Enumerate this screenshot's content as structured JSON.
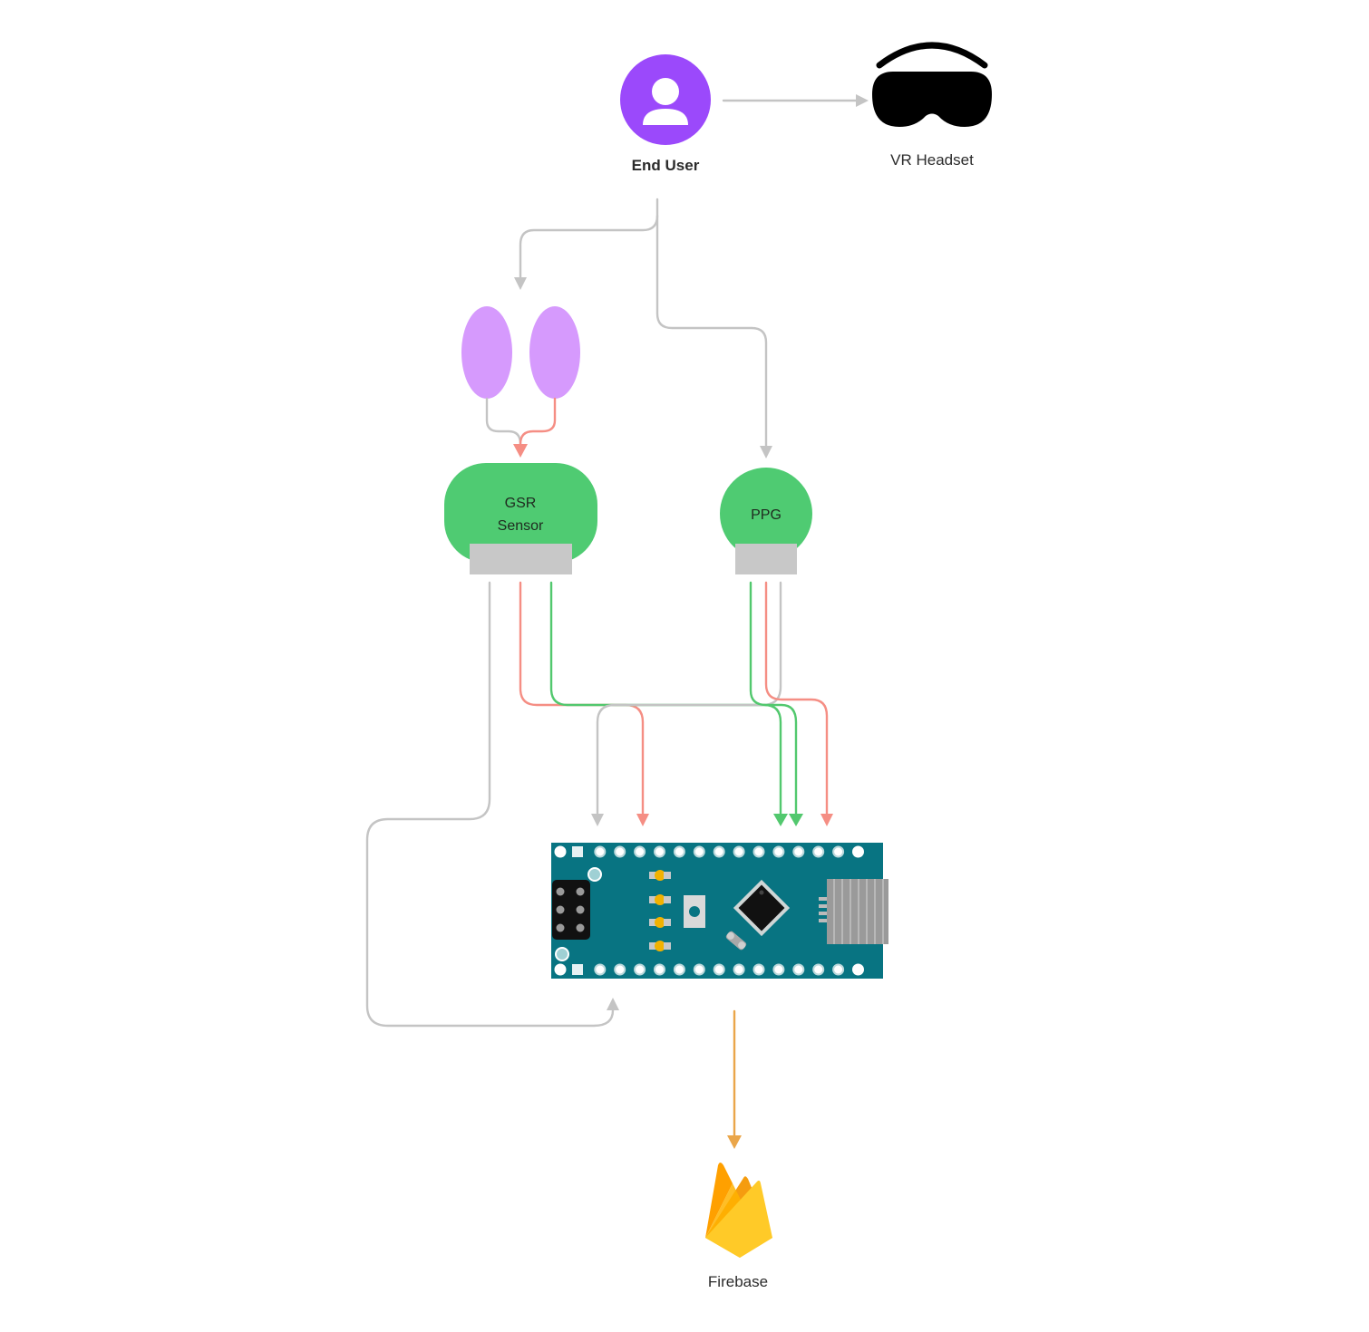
{
  "nodes": {
    "end_user": {
      "label": "End User",
      "icon": "user-avatar-icon"
    },
    "vr_headset": {
      "label": "VR Headset",
      "icon": "vr-headset-icon"
    },
    "electrodes": {
      "icon": "electrode-pads-icon"
    },
    "gsr_sensor": {
      "label_line1": "GSR",
      "label_line2": "Sensor"
    },
    "ppg_sensor": {
      "label": "PPG"
    },
    "microcontroller": {
      "icon": "arduino-nano-board-icon"
    },
    "firebase": {
      "label": "Firebase",
      "icon": "firebase-flame-icon"
    }
  },
  "colors": {
    "user_purple": "#9b49fb",
    "electrode_purple": "#d69afd",
    "sensor_green": "#4fcb72",
    "connector_gray": "#c8c8c8",
    "wire_gray": "#c4c4c4",
    "wire_red": "#f58e84",
    "wire_green": "#52c86e",
    "wire_orange": "#eaa64a",
    "board_teal": "#087482",
    "firebase_yellow": "#ffca28",
    "firebase_orange": "#f59c0f"
  }
}
